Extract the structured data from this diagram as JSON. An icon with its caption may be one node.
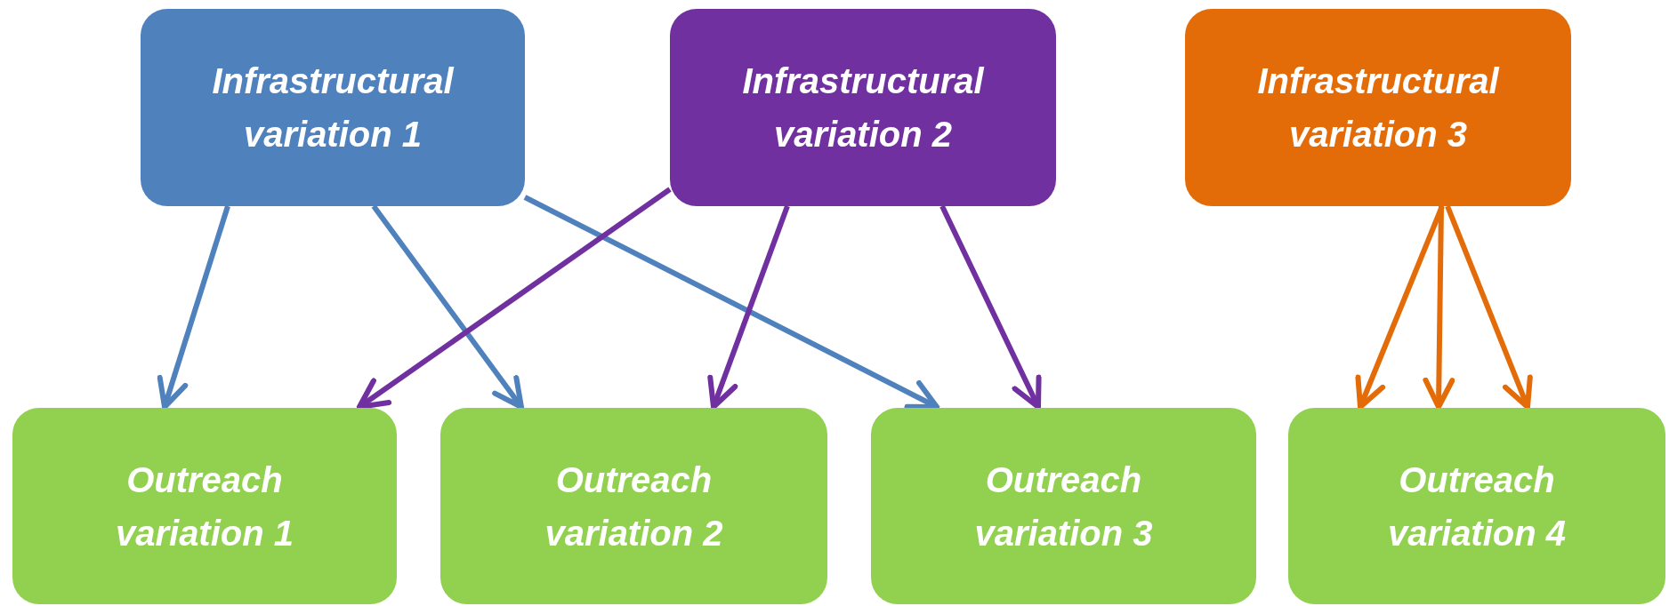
{
  "diagram": {
    "nodes": [
      {
        "text": [
          "Infrastructural variation 1"
        ]
      },
      {
        "text": [
          "Infrastructural variation 2"
        ]
      },
      {
        "text": [
          "Infrastructural variation 3"
        ]
      },
      {
        "text": [
          "Outreach variation 1"
        ]
      },
      {
        "text": [
          "Outreach variation 2"
        ]
      },
      {
        "text": [
          "Outreach variation 3"
        ]
      },
      {
        "text": [
          "Outreach variation 4"
        ]
      }
    ],
    "edges": [
      {
        "from": 0,
        "to": 3,
        "arrow": "to",
        "color": "#4f81bd"
      },
      {
        "from": 0,
        "to": 4,
        "arrow": "to",
        "color": "#4f81bd"
      },
      {
        "from": 0,
        "to": 5,
        "arrow": "to",
        "color": "#4f81bd"
      },
      {
        "from": 1,
        "to": 3,
        "arrow": "to",
        "color": "#7030a0"
      },
      {
        "from": 1,
        "to": 4,
        "arrow": "to",
        "color": "#7030a0"
      },
      {
        "from": 1,
        "to": 5,
        "arrow": "to",
        "color": "#7030a0"
      },
      {
        "from": 2,
        "to": 6,
        "arrow": "to",
        "color": "#e36c09"
      },
      {
        "from": 2,
        "to": 6,
        "arrow": "to",
        "color": "#e36c09"
      },
      {
        "from": 2,
        "to": 6,
        "arrow": "to",
        "color": "#e36c09"
      }
    ]
  }
}
